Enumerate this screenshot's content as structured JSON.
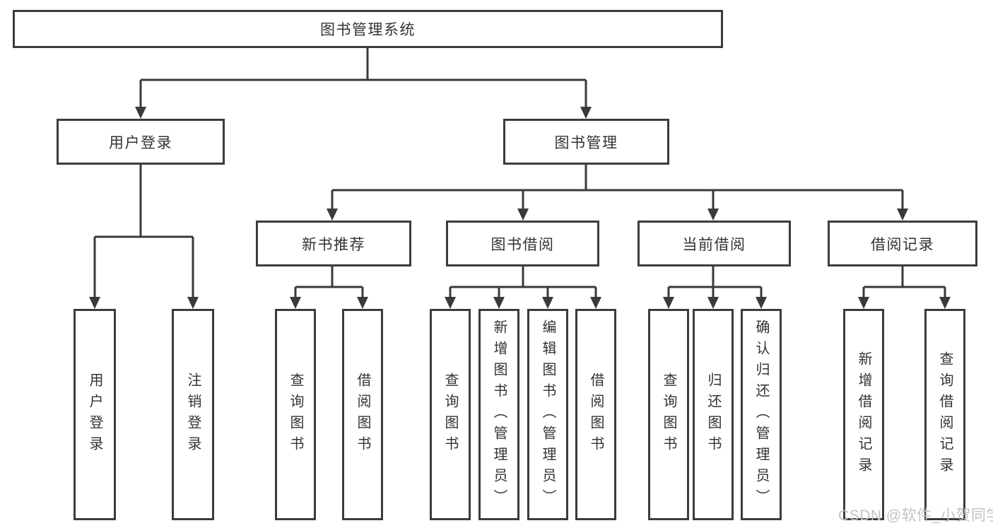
{
  "diagram": {
    "root": {
      "label": "图书管理系统"
    },
    "level2": [
      {
        "label": "用户登录"
      },
      {
        "label": "图书管理"
      }
    ],
    "level3": [
      {
        "label": "新书推荐"
      },
      {
        "label": "图书借阅"
      },
      {
        "label": "当前借阅"
      },
      {
        "label": "借阅记录"
      }
    ],
    "leaves": [
      {
        "label": "用户登录"
      },
      {
        "label": "注销登录"
      },
      {
        "label": "查询图书"
      },
      {
        "label": "借阅图书"
      },
      {
        "label": "查询图书"
      },
      {
        "label": "新增图书（管理员）"
      },
      {
        "label": "编辑图书（管理员）"
      },
      {
        "label": "借阅图书"
      },
      {
        "label": "查询图书"
      },
      {
        "label": "归还图书"
      },
      {
        "label": "确认归还（管理员）"
      },
      {
        "label": "新增借阅记录"
      },
      {
        "label": "查询借阅记录"
      }
    ],
    "watermark": "CSDN @软件_小贺同学",
    "colors": {
      "line": "#3a3a3a",
      "border": "#3c3c3c",
      "text": "#333333",
      "background": "#ffffff",
      "watermark": "#c2c2c2"
    }
  }
}
